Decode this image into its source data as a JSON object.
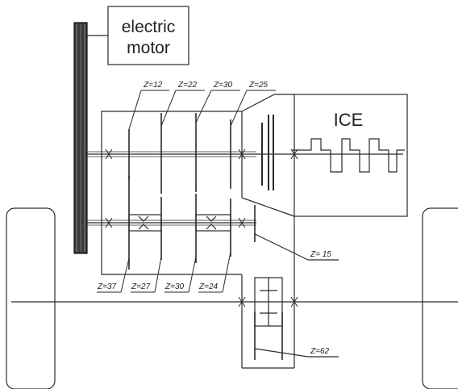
{
  "diagram": {
    "motor_label_line1": "electric",
    "motor_label_line2": "motor",
    "engine_label": "ICE",
    "top_gears": [
      "Z=12",
      "Z=22",
      "Z=30",
      "Z=25"
    ],
    "bottom_gears": [
      "Z=37",
      "Z=27",
      "Z=30",
      "Z=24"
    ],
    "final_drive_pinion": "Z= 15",
    "final_drive_gear": "Z=62"
  },
  "colors": {
    "line": "#2a2a2a",
    "background": "#ffffff",
    "belt": "#3a3a3a"
  }
}
